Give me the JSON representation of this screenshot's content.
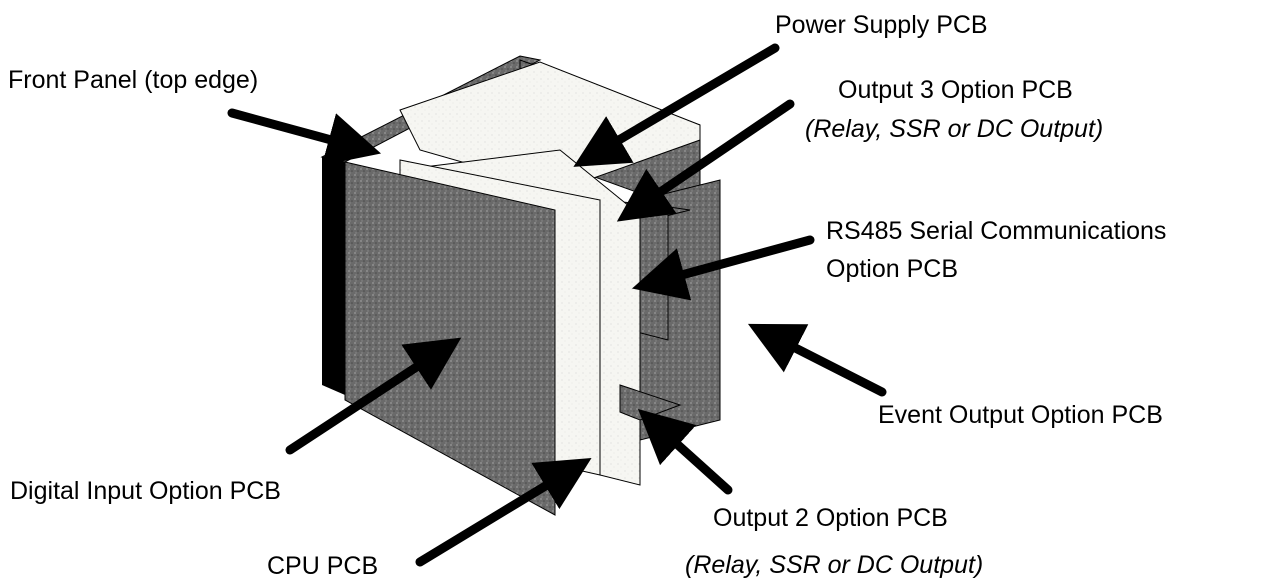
{
  "labels": {
    "power_supply": "Power Supply PCB",
    "front_panel": "Front Panel (top edge)",
    "output3": "Output 3 Option PCB",
    "output3_sub": "(Relay, SSR or DC Output)",
    "rs485_line1": "RS485 Serial Communications",
    "rs485_line2": "Option PCB",
    "event_output": "Event Output Option PCB",
    "digital_input": "Digital Input Option PCB",
    "output2": "Output 2 Option PCB",
    "output2_sub": "(Relay, SSR or DC Output)",
    "cpu": "CPU PCB"
  },
  "colors": {
    "shaded_board": "#6f6f6f",
    "light_board": "#f4f4f0",
    "outline": "#000000"
  }
}
